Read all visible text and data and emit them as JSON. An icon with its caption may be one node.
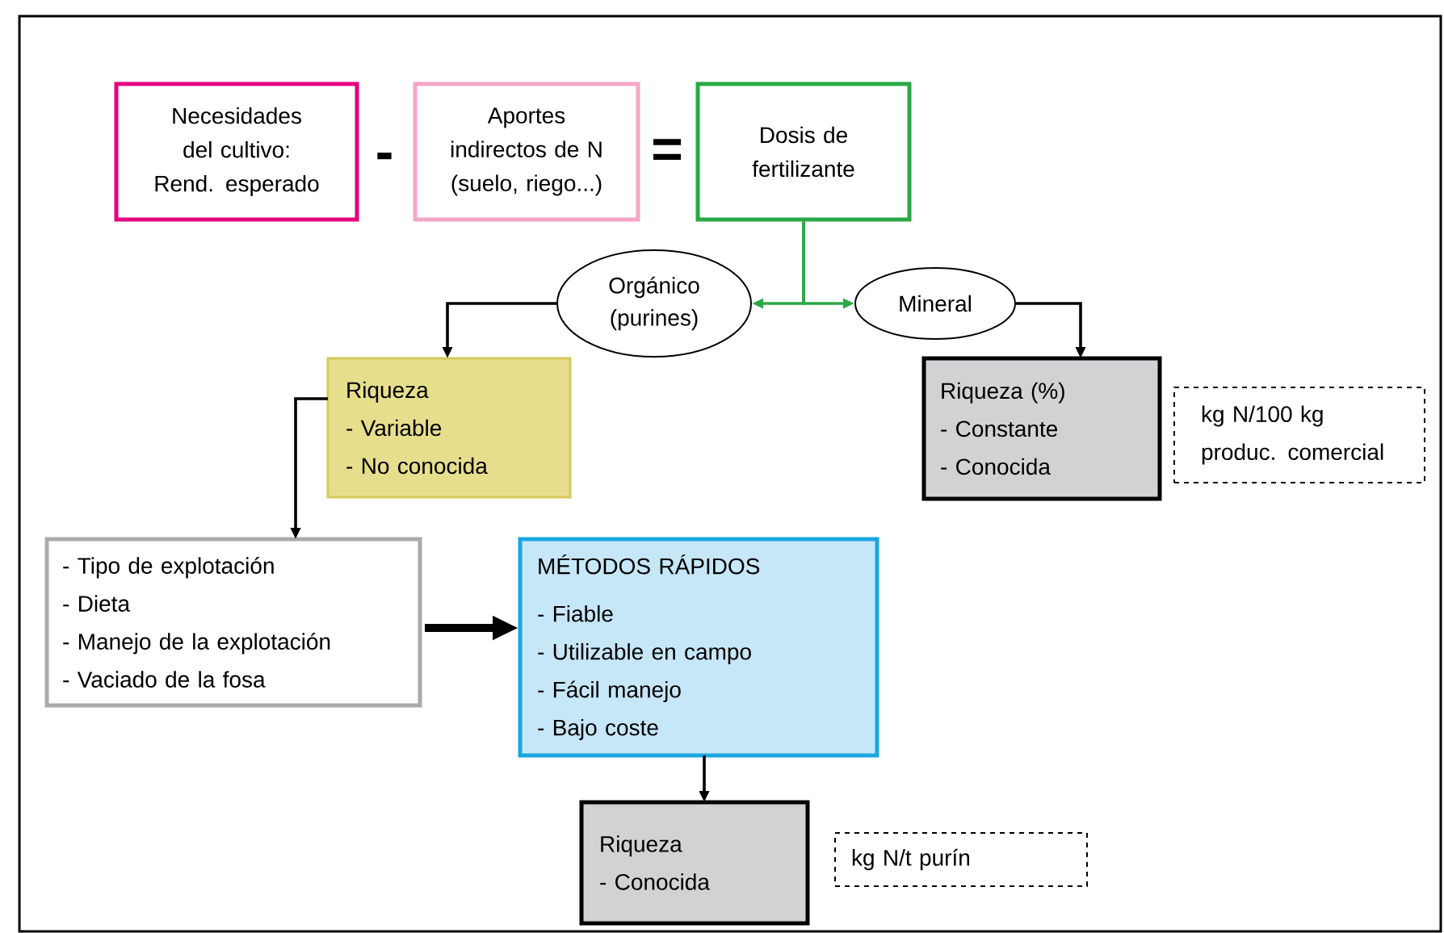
{
  "diagram": {
    "nodes": [
      {
        "text": [
          "Necesidades del cultivo: Rend. esperado"
        ]
      },
      {
        "text": [
          "Aportes indirectos de N (suelo, riego...)"
        ]
      },
      {
        "text": [
          "Dosis de fertilizante"
        ]
      },
      {
        "text": [
          "Orgánico (purines)"
        ]
      },
      {
        "text": [
          "Mineral"
        ]
      },
      {
        "text": [
          "Riqueza",
          "- Variable",
          "- No conocida"
        ]
      },
      {
        "text": [
          "Riqueza (%)",
          "- Constante",
          "- Conocida"
        ]
      },
      {
        "text": [
          "kg N/100 kg produc. comercial"
        ]
      },
      {
        "text": [
          "- Tipo de explotación",
          "- Dieta",
          "- Manejo de la explotación",
          "- Vaciado de la fosa"
        ]
      },
      {
        "text": [
          "MÉTODOS RÁPIDOS",
          "- Fiable",
          "- Utilizable en campo",
          "- Fácil manejo",
          "- Bajo coste"
        ]
      },
      {
        "text": [
          "Riqueza",
          "- Conocida"
        ]
      },
      {
        "text": [
          "kg N/t purín"
        ]
      }
    ],
    "edges": [
      {
        "from": 2,
        "to": 3,
        "arrow": "to",
        "color": "#2aa845"
      },
      {
        "from": 2,
        "to": 4,
        "arrow": "to",
        "color": "#2aa845"
      },
      {
        "from": 3,
        "to": 5,
        "arrow": "to"
      },
      {
        "from": 4,
        "to": 6,
        "arrow": "to"
      },
      {
        "from": 5,
        "to": 8,
        "arrow": "to"
      },
      {
        "from": 8,
        "to": 9,
        "arrow": "to",
        "style": "thick"
      },
      {
        "from": 9,
        "to": 10,
        "arrow": "to"
      }
    ],
    "labels": [
      "-",
      "="
    ]
  }
}
